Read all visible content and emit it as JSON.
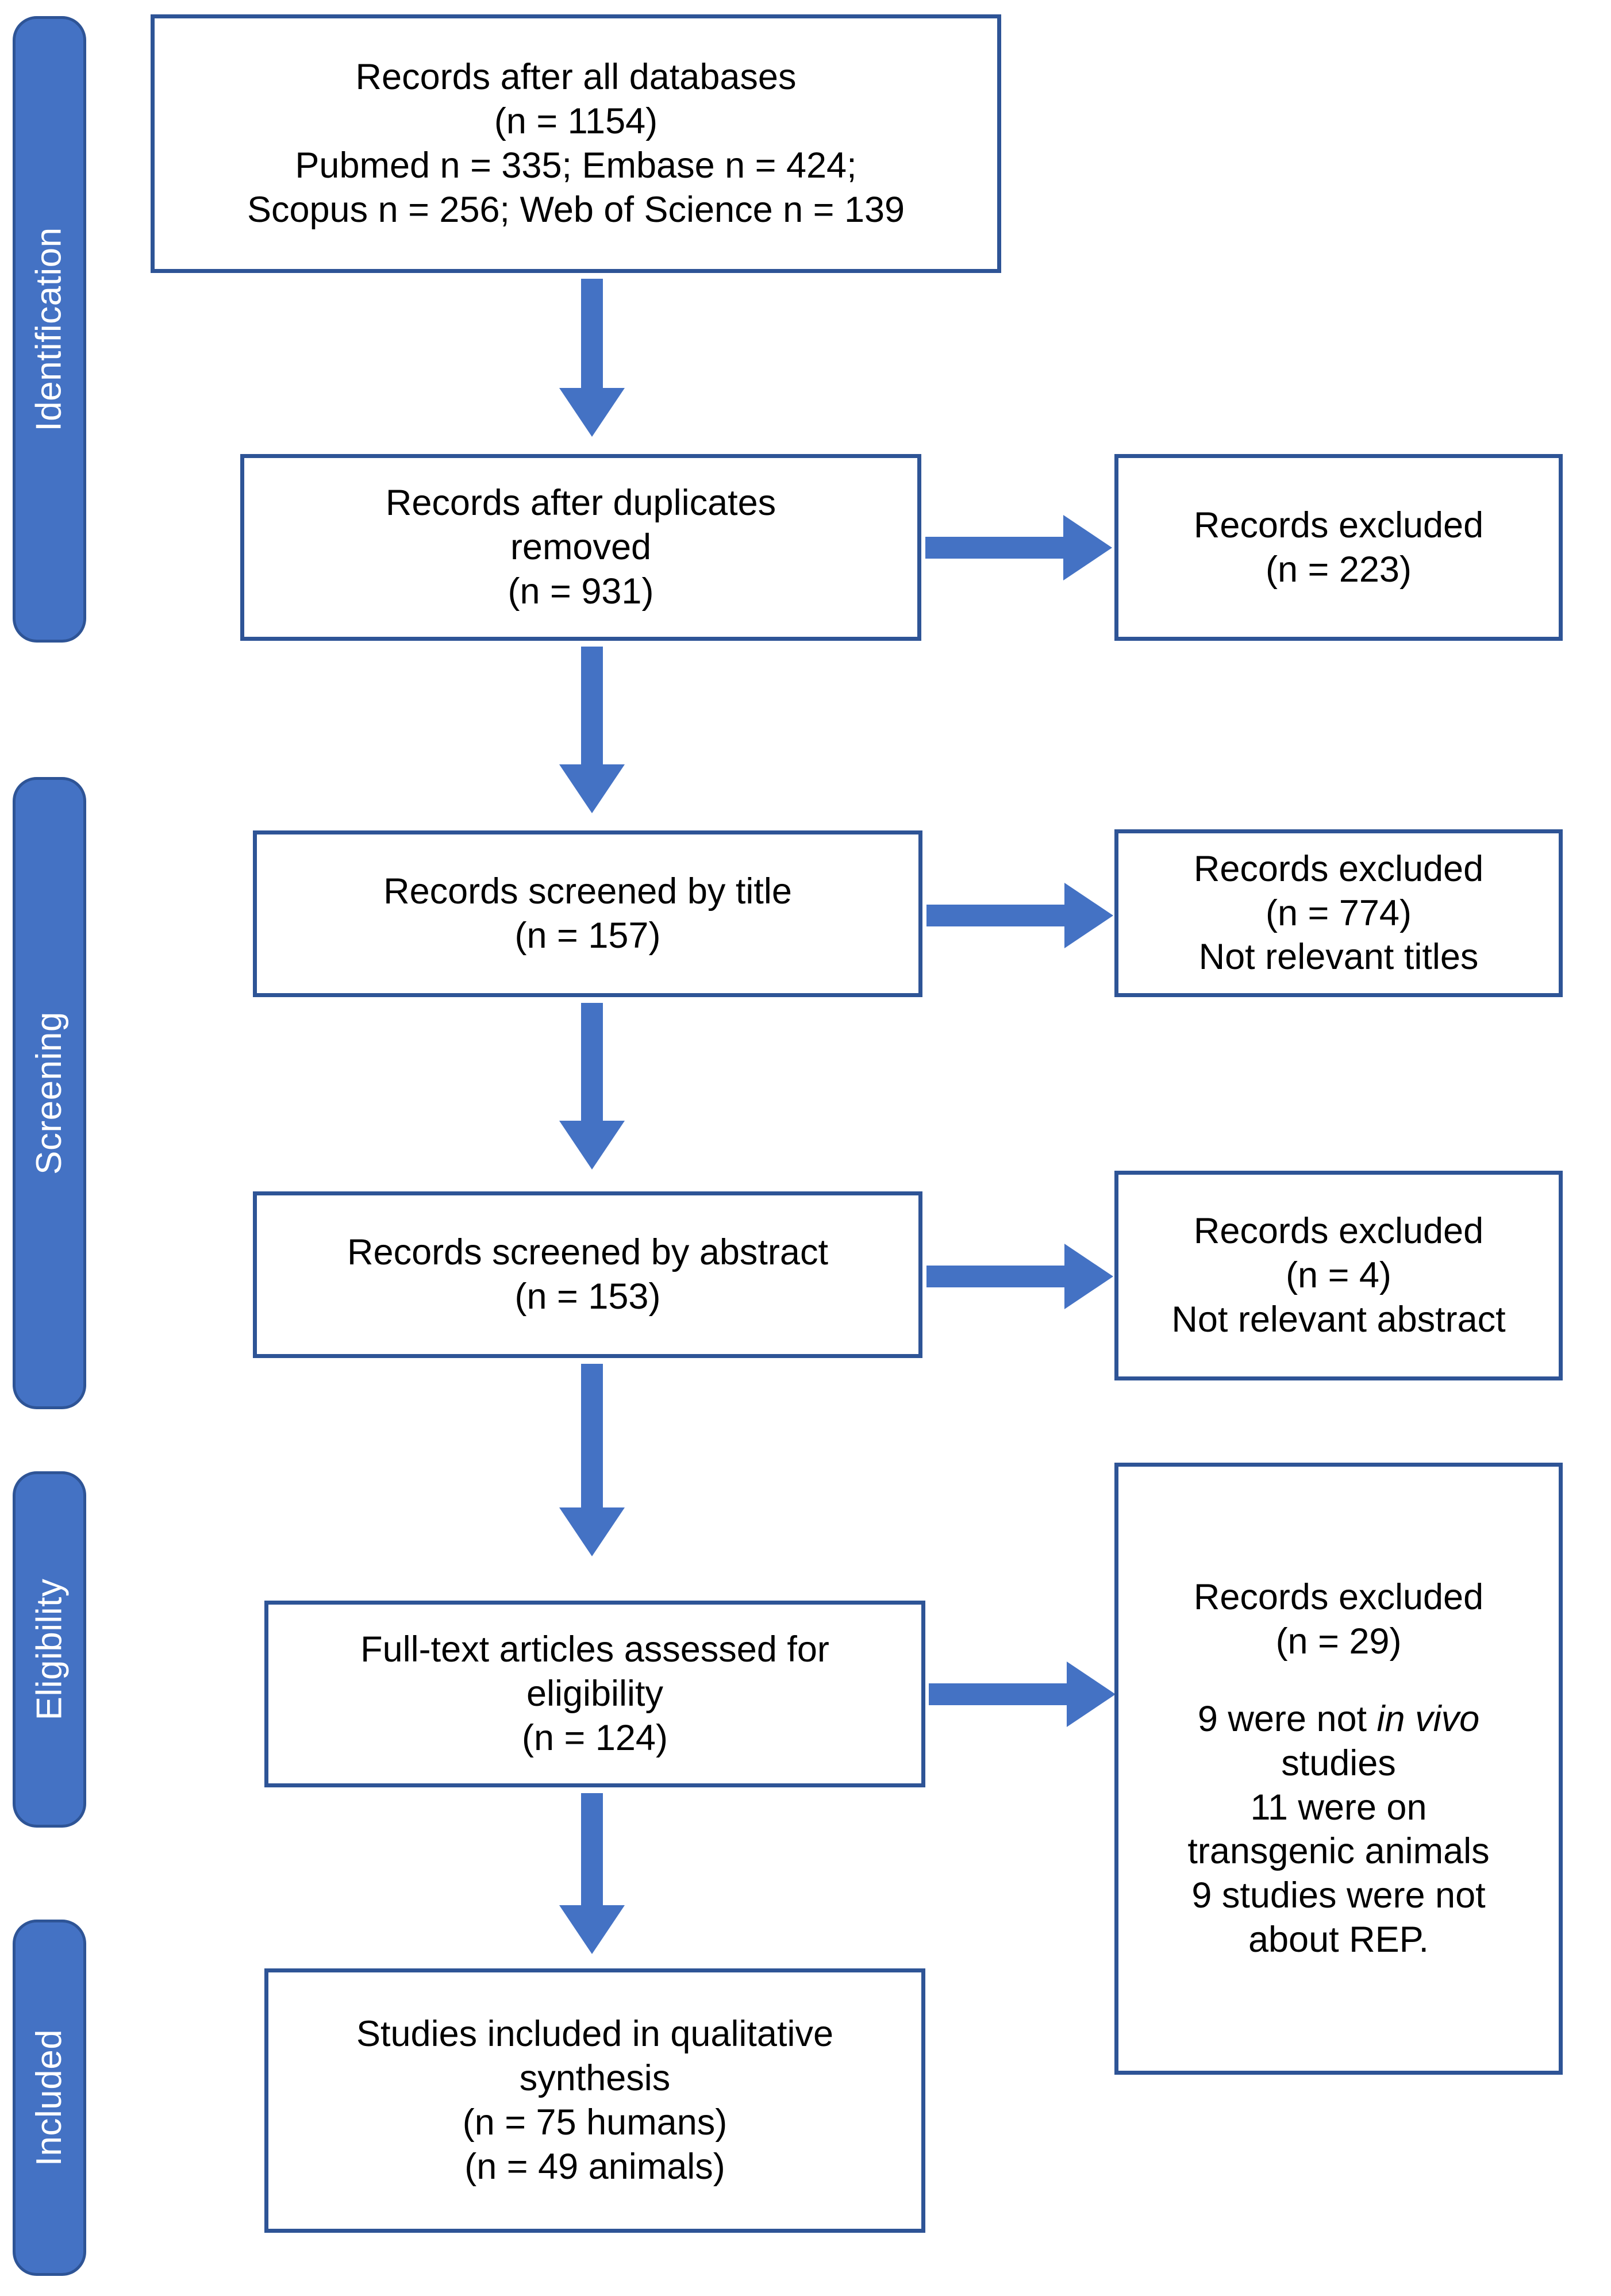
{
  "diagram": {
    "type": "prisma-flow-diagram",
    "colors": {
      "stage_bar_fill": "#4472C4",
      "stage_bar_border": "#2E5496",
      "box_border": "#2E5496",
      "box_fill": "#FFFFFF",
      "arrow": "#4472C4",
      "text": "#000000",
      "stage_label_text": "#FFFFFF"
    },
    "stages": [
      {
        "id": "identification",
        "label": "Identification"
      },
      {
        "id": "screening",
        "label": "Screening"
      },
      {
        "id": "eligibility",
        "label": "Eligibility"
      },
      {
        "id": "included",
        "label": "Included"
      }
    ],
    "boxes": {
      "records_all_databases": {
        "lines": [
          "Records after all databases",
          "(n = 1154)",
          "Pubmed n = 335; Embase n = 424;",
          "Scopus n = 256; Web of Science n = 139"
        ]
      },
      "records_after_duplicates": {
        "lines": [
          "Records after duplicates",
          "removed",
          "(n = 931)"
        ]
      },
      "excluded_duplicates": {
        "lines": [
          "Records excluded",
          "(n = 223)"
        ]
      },
      "records_screened_title": {
        "lines": [
          "Records screened by title",
          "(n = 157)"
        ]
      },
      "excluded_title": {
        "lines": [
          "Records excluded",
          "(n = 774)",
          "Not relevant titles"
        ]
      },
      "records_screened_abstract": {
        "lines": [
          "Records screened by abstract",
          "(n = 153)"
        ]
      },
      "excluded_abstract": {
        "lines": [
          "Records excluded",
          "(n = 4)",
          "Not relevant abstract"
        ]
      },
      "fulltext_assessed": {
        "lines": [
          "Full-text articles assessed for",
          "eligibility",
          "(n = 124)"
        ]
      },
      "excluded_fulltext": {
        "header": [
          "Records excluded",
          "(n = 29)"
        ],
        "reasons_pre": "9 were not ",
        "reasons_italic": "in vivo",
        "reasons_rest": [
          "studies",
          "11 were on",
          "transgenic animals",
          "9 studies were not",
          "about REP."
        ]
      },
      "studies_included": {
        "lines": [
          "Studies included in qualitative",
          "synthesis",
          "(n = 75 humans)",
          "(n = 49 animals)"
        ]
      }
    },
    "chart_data": {
      "type": "flow",
      "title": "PRISMA study selection flow",
      "nodes": [
        {
          "id": "records_all_databases",
          "stage": "Identification",
          "label": "Records after all databases",
          "n": 1154,
          "sources": [
            {
              "name": "Pubmed",
              "n": 335
            },
            {
              "name": "Embase",
              "n": 424
            },
            {
              "name": "Scopus",
              "n": 256
            },
            {
              "name": "Web of Science",
              "n": 139
            }
          ]
        },
        {
          "id": "records_after_duplicates",
          "stage": "Identification",
          "label": "Records after duplicates removed",
          "n": 931
        },
        {
          "id": "excluded_duplicates",
          "stage": "Identification",
          "label": "Records excluded",
          "n": 223
        },
        {
          "id": "records_screened_title",
          "stage": "Screening",
          "label": "Records screened by title",
          "n": 157
        },
        {
          "id": "excluded_title",
          "stage": "Screening",
          "label": "Records excluded - Not relevant titles",
          "n": 774
        },
        {
          "id": "records_screened_abstract",
          "stage": "Screening",
          "label": "Records screened by abstract",
          "n": 153
        },
        {
          "id": "excluded_abstract",
          "stage": "Screening",
          "label": "Records excluded - Not relevant abstract",
          "n": 4
        },
        {
          "id": "fulltext_assessed",
          "stage": "Eligibility",
          "label": "Full-text articles assessed for eligibility",
          "n": 124
        },
        {
          "id": "excluded_fulltext",
          "stage": "Eligibility",
          "label": "Records excluded",
          "n": 29,
          "reasons": [
            {
              "text": "were not in vivo studies",
              "n": 9
            },
            {
              "text": "were on transgenic animals",
              "n": 11
            },
            {
              "text": "studies were not about REP.",
              "n": 9
            }
          ]
        },
        {
          "id": "studies_included",
          "stage": "Included",
          "label": "Studies included in qualitative synthesis",
          "humans": 75,
          "animals": 49
        }
      ],
      "edges": [
        {
          "from": "records_all_databases",
          "to": "records_after_duplicates",
          "direction": "down"
        },
        {
          "from": "records_after_duplicates",
          "to": "excluded_duplicates",
          "direction": "right"
        },
        {
          "from": "records_after_duplicates",
          "to": "records_screened_title",
          "direction": "down"
        },
        {
          "from": "records_screened_title",
          "to": "excluded_title",
          "direction": "right"
        },
        {
          "from": "records_screened_title",
          "to": "records_screened_abstract",
          "direction": "down"
        },
        {
          "from": "records_screened_abstract",
          "to": "excluded_abstract",
          "direction": "right"
        },
        {
          "from": "records_screened_abstract",
          "to": "fulltext_assessed",
          "direction": "down"
        },
        {
          "from": "fulltext_assessed",
          "to": "excluded_fulltext",
          "direction": "right"
        },
        {
          "from": "fulltext_assessed",
          "to": "studies_included",
          "direction": "down"
        }
      ]
    }
  }
}
